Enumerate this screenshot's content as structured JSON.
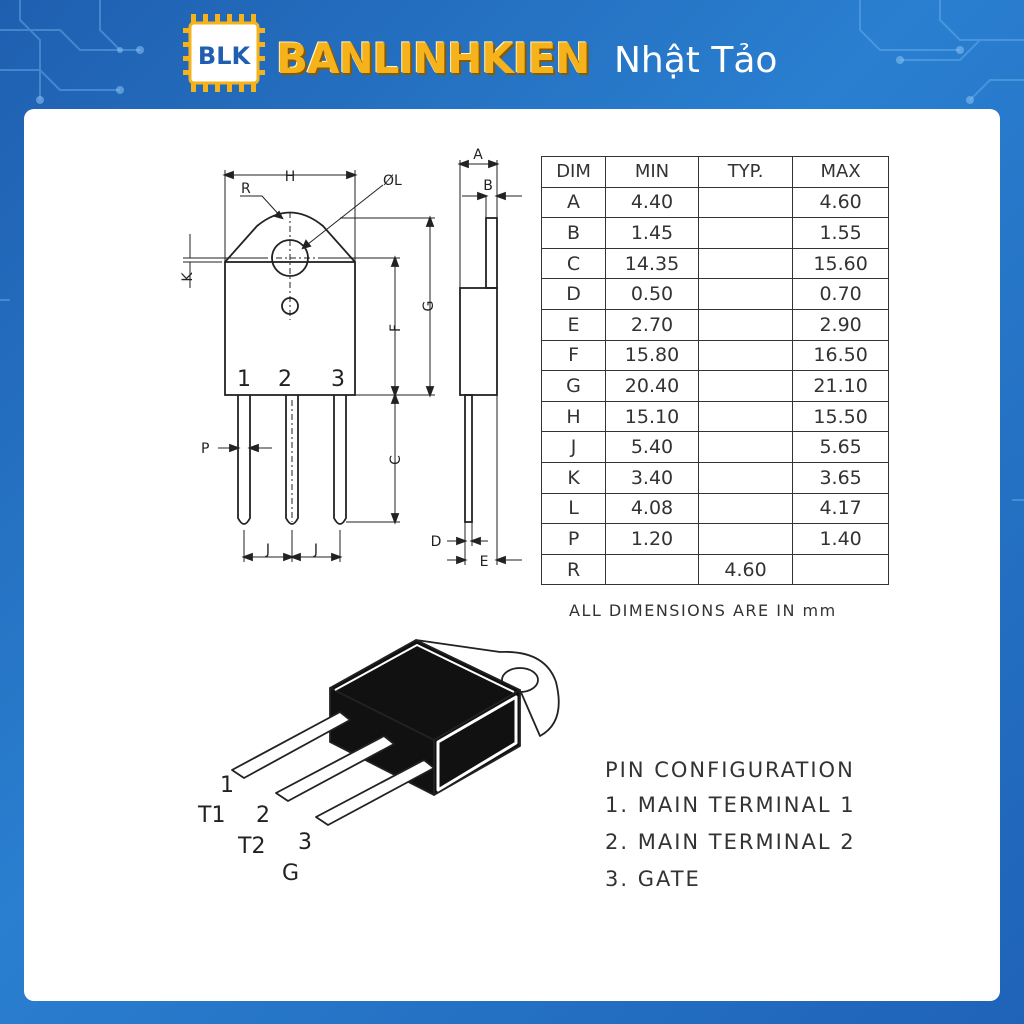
{
  "brand": {
    "logo_text": "BLK",
    "name": "BANLINHKIEN",
    "sub": "Nhật Tảo",
    "accent_color": "#f5b21b",
    "background_color": "#2a7fd0"
  },
  "drawing": {
    "front_labels": {
      "H": "H",
      "R": "R",
      "L": "ØL",
      "K": "K",
      "F": "F",
      "G": "G",
      "C": "C",
      "P": "P",
      "J1": "J",
      "J2": "J",
      "pin1": "1",
      "pin2": "2",
      "pin3": "3"
    },
    "side_labels": {
      "A": "A",
      "B": "B",
      "D": "D",
      "E": "E"
    },
    "iso_labels": {
      "n1": "1",
      "t1": "T1",
      "n2": "2",
      "t2": "T2",
      "n3": "3",
      "g": "G"
    }
  },
  "table": {
    "headers": [
      "DIM",
      "MIN",
      "TYP.",
      "MAX"
    ],
    "rows": [
      [
        "A",
        "4.40",
        "",
        "4.60"
      ],
      [
        "B",
        "1.45",
        "",
        "1.55"
      ],
      [
        "C",
        "14.35",
        "",
        "15.60"
      ],
      [
        "D",
        "0.50",
        "",
        "0.70"
      ],
      [
        "E",
        "2.70",
        "",
        "2.90"
      ],
      [
        "F",
        "15.80",
        "",
        "16.50"
      ],
      [
        "G",
        "20.40",
        "",
        "21.10"
      ],
      [
        "H",
        "15.10",
        "",
        "15.50"
      ],
      [
        "J",
        "5.40",
        "",
        "5.65"
      ],
      [
        "K",
        "3.40",
        "",
        "3.65"
      ],
      [
        "L",
        "4.08",
        "",
        "4.17"
      ],
      [
        "P",
        "1.20",
        "",
        "1.40"
      ],
      [
        "R",
        "",
        "4.60",
        ""
      ]
    ],
    "note": "ALL DIMENSIONS ARE IN mm"
  },
  "pins": {
    "title": "PIN CONFIGURATION",
    "items": [
      "1. MAIN TERMINAL 1",
      "2. MAIN TERMINAL 2",
      "3. GATE"
    ]
  }
}
